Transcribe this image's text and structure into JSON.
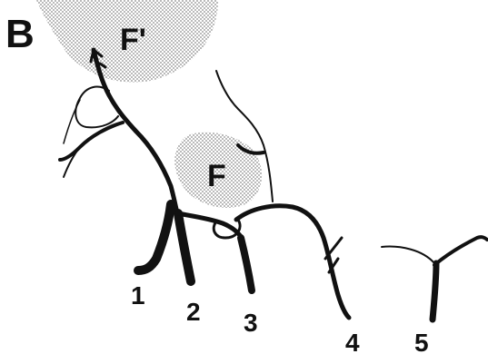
{
  "figure": {
    "panel_label": "B",
    "regions": [
      {
        "label": "F'"
      },
      {
        "label": "F"
      }
    ],
    "numbers": [
      "1",
      "2",
      "3",
      "4",
      "5"
    ],
    "colors": {
      "ink": "#111111",
      "stipple": "#8a8a8a",
      "background": "#ffffff"
    }
  }
}
